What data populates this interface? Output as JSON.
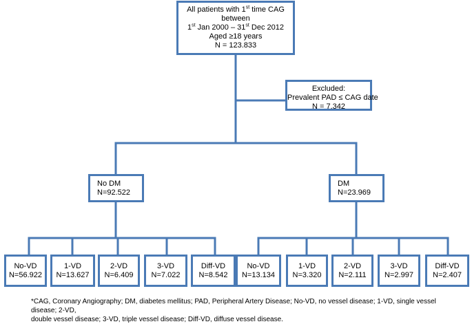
{
  "top_box": {
    "line1_pre": "All patients with 1",
    "line1_sup": "st",
    "line1_post": " time CAG",
    "line2": "between",
    "line3_a": "1",
    "line3_a_sup": "st",
    "line3_b": " Jan 2000 – 31",
    "line3_b_sup": "st",
    "line3_c": " Dec 2012",
    "line4": "Aged ≥18 years",
    "line5": "N = 123.833"
  },
  "excluded_box": {
    "line1": "Excluded:",
    "line2": "Prevalent PAD ≤ CAG date",
    "line3": "N = 7.342"
  },
  "groups": [
    {
      "label": "No DM",
      "count": "N=92.522"
    },
    {
      "label": "DM",
      "count": "N=23.969"
    }
  ],
  "leaves": [
    {
      "label": "No-VD",
      "count": "N=56.922"
    },
    {
      "label": "1-VD",
      "count": "N=13.627"
    },
    {
      "label": "2-VD",
      "count": "N=6.409"
    },
    {
      "label": "3-VD",
      "count": "N=7.022"
    },
    {
      "label": "Diff-VD",
      "count": "N=8.542"
    },
    {
      "label": "No-VD",
      "count": "N=13.134"
    },
    {
      "label": "1-VD",
      "count": "N=3.320"
    },
    {
      "label": "2-VD",
      "count": "N=2.111"
    },
    {
      "label": "3-VD",
      "count": "N=2.997"
    },
    {
      "label": "Diff-VD",
      "count": "N=2.407"
    }
  ],
  "footnote": {
    "line1": "*CAG, Coronary Angiography; DM, diabetes mellitus; PAD, Peripheral Artery Disease; No-VD, no vessel disease; 1-VD, single vessel disease; 2-VD,",
    "line2": "double vessel disease; 3-VD, triple vessel disease; Diff-VD, diffuse vessel disease."
  },
  "colors": {
    "stroke": "#4a7ab5",
    "text": "#000000",
    "background": "#ffffff"
  }
}
